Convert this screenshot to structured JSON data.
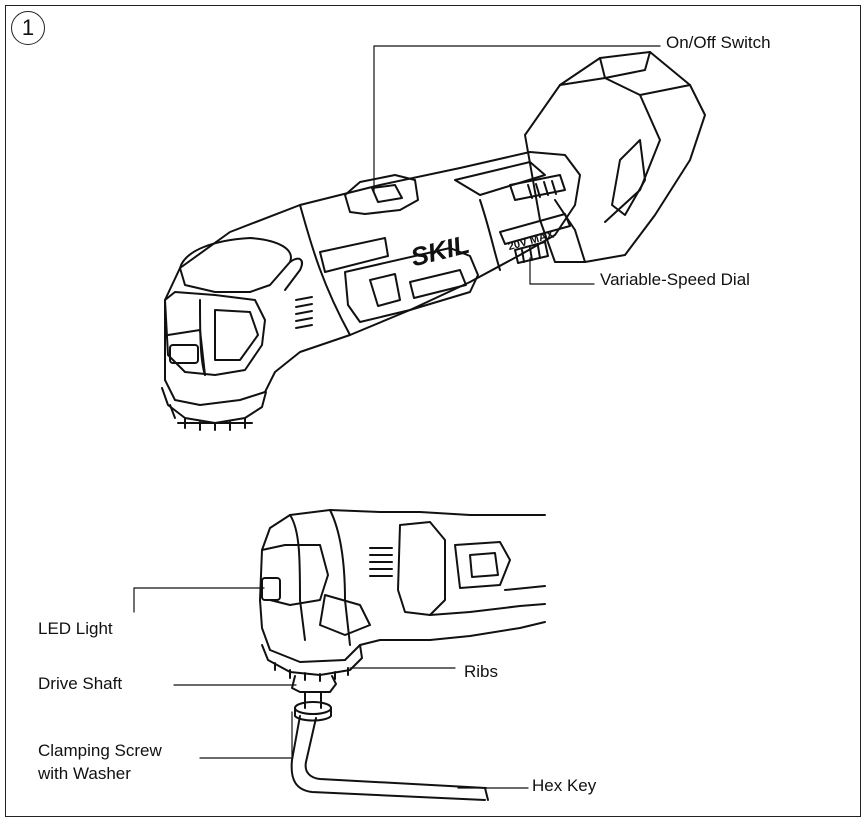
{
  "figure_number": "1",
  "callouts": {
    "on_off_switch": "On/Off Switch",
    "variable_speed_dial": "Variable-Speed Dial",
    "led_light": "LED Light",
    "drive_shaft": "Drive Shaft",
    "ribs": "Ribs",
    "clamping_screw_line1": "Clamping Screw",
    "clamping_screw_line2": "with Washer",
    "hex_key": "Hex Key"
  },
  "tool_markings": {
    "brand": "SKIL",
    "voltage": "20V MAX"
  }
}
